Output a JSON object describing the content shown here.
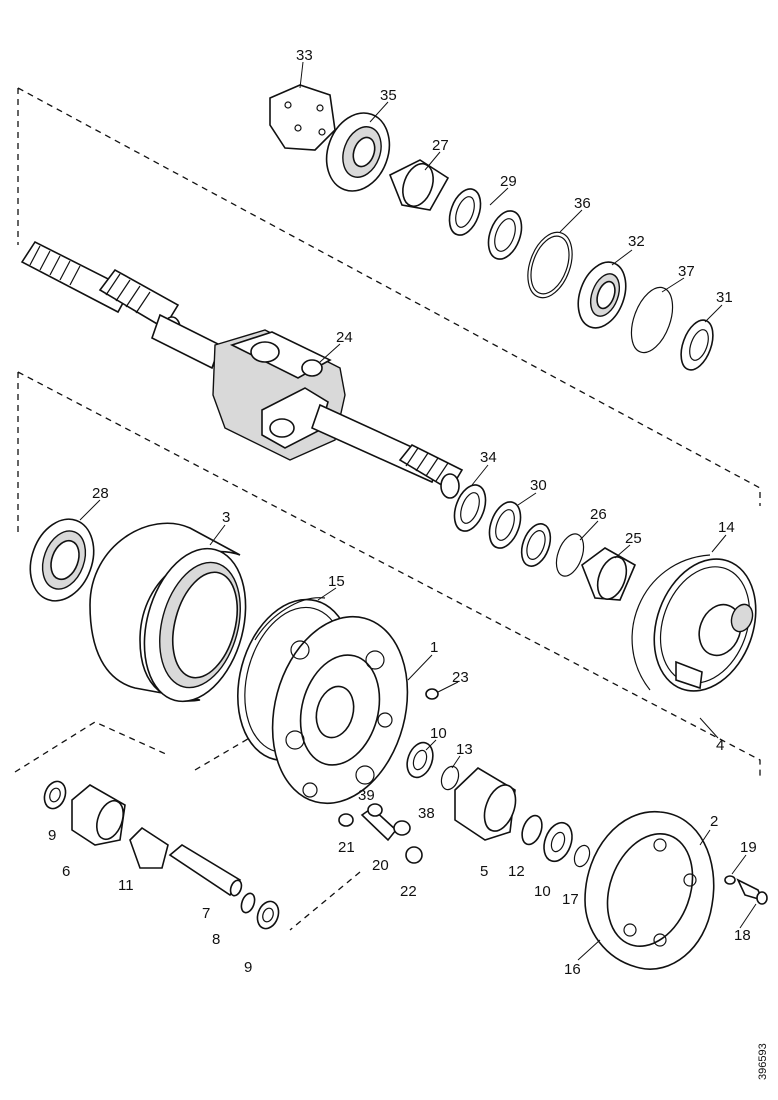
{
  "doc_id": "396593",
  "callouts": [
    {
      "id": "33",
      "label": "33"
    },
    {
      "id": "35",
      "label": "35"
    },
    {
      "id": "27",
      "label": "27"
    },
    {
      "id": "29",
      "label": "29"
    },
    {
      "id": "36",
      "label": "36"
    },
    {
      "id": "32",
      "label": "32"
    },
    {
      "id": "37",
      "label": "37"
    },
    {
      "id": "31",
      "label": "31"
    },
    {
      "id": "24",
      "label": "24"
    },
    {
      "id": "34",
      "label": "34"
    },
    {
      "id": "30",
      "label": "30"
    },
    {
      "id": "26",
      "label": "26"
    },
    {
      "id": "25",
      "label": "25"
    },
    {
      "id": "14",
      "label": "14"
    },
    {
      "id": "28",
      "label": "28"
    },
    {
      "id": "3",
      "label": "3"
    },
    {
      "id": "15",
      "label": "15"
    },
    {
      "id": "1",
      "label": "1"
    },
    {
      "id": "23",
      "label": "23"
    },
    {
      "id": "4",
      "label": "4"
    },
    {
      "id": "10a",
      "label": "10"
    },
    {
      "id": "13",
      "label": "13"
    },
    {
      "id": "39",
      "label": "39"
    },
    {
      "id": "38",
      "label": "38"
    },
    {
      "id": "2",
      "label": "2"
    },
    {
      "id": "9a",
      "label": "9"
    },
    {
      "id": "6",
      "label": "6"
    },
    {
      "id": "11",
      "label": "11"
    },
    {
      "id": "21",
      "label": "21"
    },
    {
      "id": "20",
      "label": "20"
    },
    {
      "id": "22",
      "label": "22"
    },
    {
      "id": "5",
      "label": "5"
    },
    {
      "id": "12",
      "label": "12"
    },
    {
      "id": "10b",
      "label": "10"
    },
    {
      "id": "17",
      "label": "17"
    },
    {
      "id": "19",
      "label": "19"
    },
    {
      "id": "18",
      "label": "18"
    },
    {
      "id": "7",
      "label": "7"
    },
    {
      "id": "8",
      "label": "8"
    },
    {
      "id": "9b",
      "label": "9"
    },
    {
      "id": "16",
      "label": "16"
    }
  ]
}
